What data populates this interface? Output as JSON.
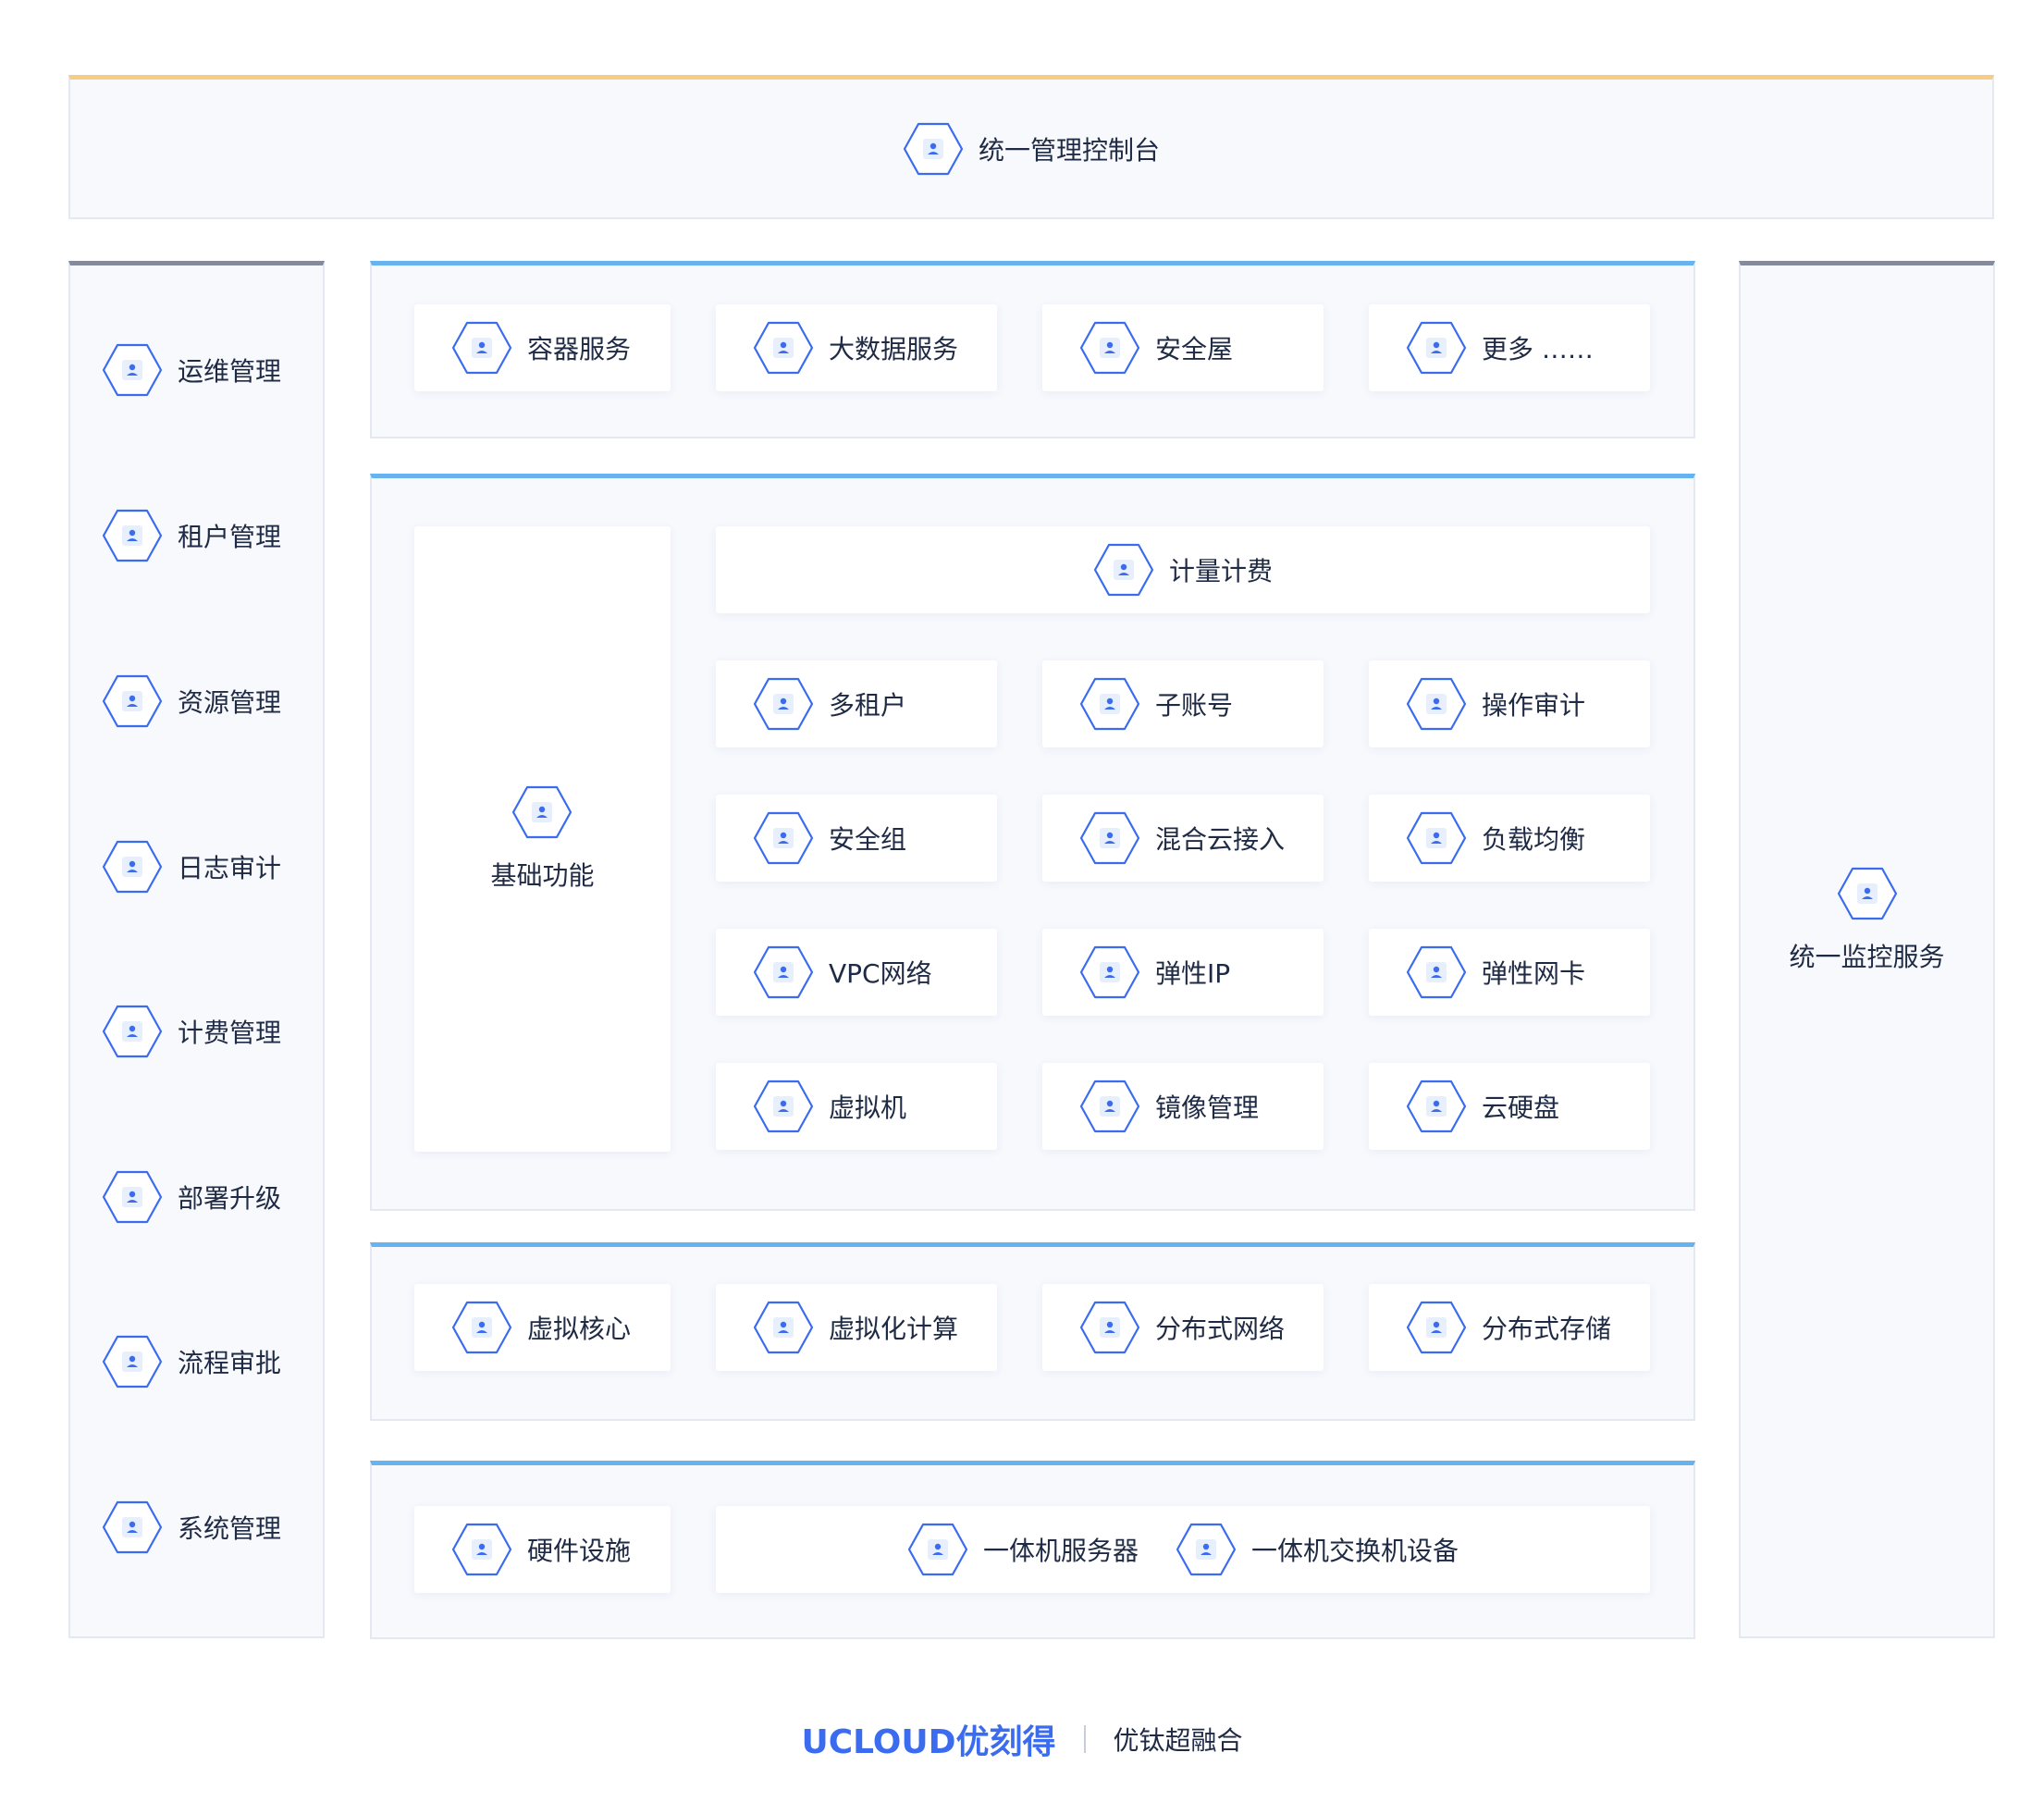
{
  "top": {
    "label": "统一管理控制台",
    "icon": "console-icon"
  },
  "left_sidebar": {
    "items": [
      {
        "label": "运维管理",
        "icon": "user-icon"
      },
      {
        "label": "租户管理",
        "icon": "user-icon"
      },
      {
        "label": "资源管理",
        "icon": "user-icon"
      },
      {
        "label": "日志审计",
        "icon": "user-icon"
      },
      {
        "label": "计费管理",
        "icon": "user-icon"
      },
      {
        "label": "部署升级",
        "icon": "user-icon"
      },
      {
        "label": "流程审批",
        "icon": "user-icon"
      },
      {
        "label": "系统管理",
        "icon": "user-icon"
      }
    ]
  },
  "right_sidebar": {
    "label": "统一监控服务",
    "icon": "monitor-icon"
  },
  "services": {
    "items": [
      {
        "label": "容器服务",
        "icon": "container-icon"
      },
      {
        "label": "大数据服务",
        "icon": "bigdata-icon"
      },
      {
        "label": "安全屋",
        "icon": "secure-house-icon"
      },
      {
        "label": "更多 ……",
        "icon": "more-icon"
      }
    ]
  },
  "base": {
    "label": "基础功能",
    "icon": "base-function-icon",
    "billing": {
      "label": "计量计费",
      "icon": "billing-icon"
    },
    "grid": [
      {
        "label": "多租户",
        "icon": "multi-tenant-icon"
      },
      {
        "label": "子账号",
        "icon": "sub-account-icon"
      },
      {
        "label": "操作审计",
        "icon": "audit-icon"
      },
      {
        "label": "安全组",
        "icon": "security-group-icon"
      },
      {
        "label": "混合云接入",
        "icon": "hybrid-cloud-icon"
      },
      {
        "label": "负载均衡",
        "icon": "load-balancer-icon"
      },
      {
        "label": "VPC网络",
        "icon": "vpc-icon"
      },
      {
        "label": "弹性IP",
        "icon": "elastic-ip-icon"
      },
      {
        "label": "弹性网卡",
        "icon": "elastic-nic-icon"
      },
      {
        "label": "虚拟机",
        "icon": "vm-icon"
      },
      {
        "label": "镜像管理",
        "icon": "image-icon"
      },
      {
        "label": "云硬盘",
        "icon": "cloud-disk-icon"
      }
    ]
  },
  "virtualization": {
    "items": [
      {
        "label": "虚拟核心",
        "icon": "virtual-core-icon"
      },
      {
        "label": "虚拟化计算",
        "icon": "virtual-compute-icon"
      },
      {
        "label": "分布式网络",
        "icon": "distributed-network-icon"
      },
      {
        "label": "分布式存储",
        "icon": "distributed-storage-icon"
      }
    ]
  },
  "hardware": {
    "label": "硬件设施",
    "icon": "hardware-icon",
    "items": [
      {
        "label": "一体机服务器",
        "icon": "server-icon"
      },
      {
        "label": "一体机交换机设备",
        "icon": "switch-icon"
      }
    ]
  },
  "footer": {
    "brand": "UCLOUD优刻得",
    "product": "优钛超融合"
  },
  "colors": {
    "accent": "#3b6cf0",
    "top_bar": "#f7cd85",
    "side_bar": "#858b9b",
    "blue_bar": "#66b3ef",
    "panel_bg": "#f7f9fd"
  }
}
